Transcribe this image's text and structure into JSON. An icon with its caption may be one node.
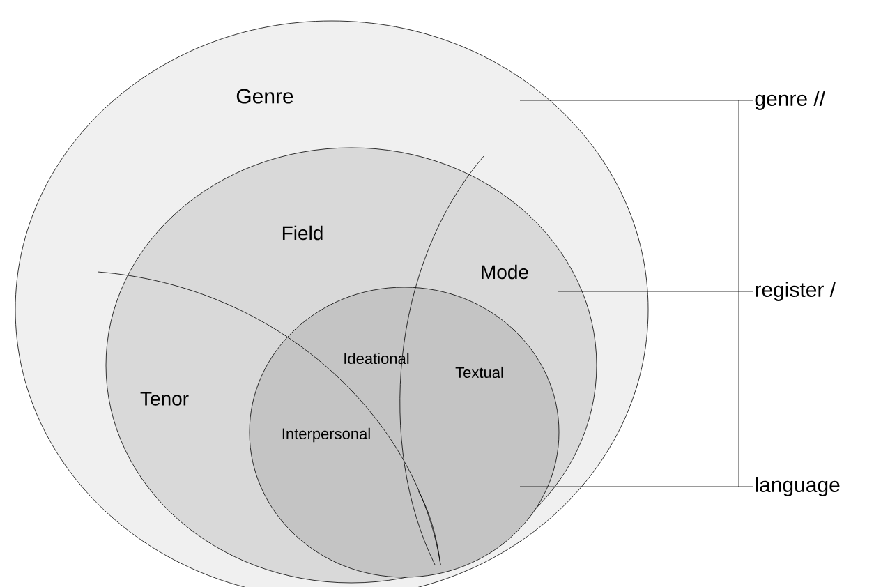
{
  "diagram": {
    "nodes": [
      {
        "text": [
          "Genre"
        ]
      },
      {
        "text": [
          "Field",
          "Mode",
          "Tenor"
        ],
        "in": 0
      },
      {
        "text": [
          "Ideational",
          "Textual",
          "Interpersonal"
        ],
        "in": 1
      },
      {
        "text": [
          "genre //"
        ]
      },
      {
        "text": [
          "register /"
        ]
      },
      {
        "text": [
          "language"
        ]
      }
    ],
    "edges": [
      {
        "from": 3,
        "to": 0,
        "arrow": "none"
      },
      {
        "from": 4,
        "to": 1,
        "arrow": "none"
      },
      {
        "from": 5,
        "to": 2,
        "arrow": "none"
      }
    ]
  }
}
